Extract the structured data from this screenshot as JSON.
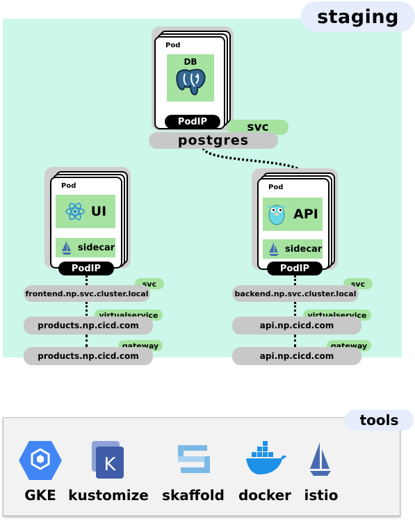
{
  "environment": {
    "label": "staging"
  },
  "db_pod": {
    "pod_label": "Pod",
    "name": "DB",
    "podip": "PodIP",
    "svc_tag": "svc",
    "service_name": "postgres"
  },
  "frontend_pod": {
    "pod_label": "Pod",
    "name": "UI",
    "sidecar": "sidecar",
    "podip": "PodIP",
    "svc_tag": "svc",
    "svc_host": "frontend.np.svc.cluster.local",
    "vs_tag": "virtualservice",
    "vs_host": "products.np.cicd.com",
    "gw_tag": "gateway",
    "gw_host": "products.np.cicd.com"
  },
  "backend_pod": {
    "pod_label": "Pod",
    "name": "API",
    "sidecar": "sidecar",
    "podip": "PodIP",
    "svc_tag": "svc",
    "svc_host": "backend.np.svc.cluster.local",
    "vs_tag": "virtualservice",
    "vs_host": "api.np.cicd.com",
    "gw_tag": "gateway",
    "gw_host": "api.np.cicd.com"
  },
  "tools": {
    "label": "tools",
    "items": [
      {
        "name": "GKE",
        "icon": "gke-icon",
        "color": "#4285f4"
      },
      {
        "name": "kustomize",
        "icon": "kustomize-icon",
        "color": "#3f5ca8"
      },
      {
        "name": "skaffold",
        "icon": "skaffold-icon",
        "color": "#7ab8e6"
      },
      {
        "name": "docker",
        "icon": "docker-icon",
        "color": "#1d91e6"
      },
      {
        "name": "istio",
        "icon": "istio-icon",
        "color": "#466bb0"
      }
    ]
  }
}
